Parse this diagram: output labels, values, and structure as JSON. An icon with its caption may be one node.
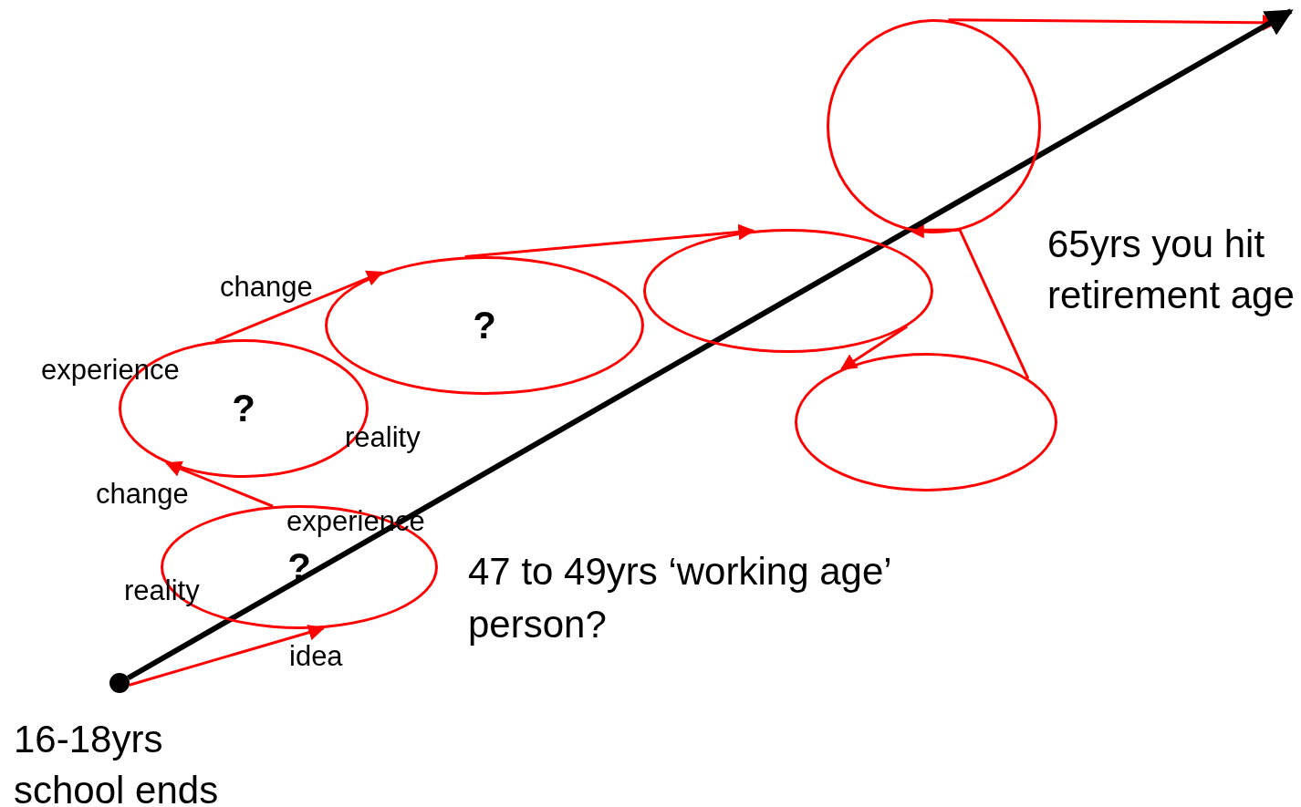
{
  "diagram": {
    "nodes": [
      {
        "text": [],
        "shape": "circle",
        "beside": [
          "16-18yrs school ends"
        ]
      },
      {
        "text": [
          "?"
        ]
      },
      {
        "text": [
          "?"
        ]
      },
      {
        "text": [
          "?"
        ]
      },
      {
        "text": [],
        "shape": "ellipse"
      },
      {
        "text": [],
        "shape": "ellipse"
      },
      {
        "text": [],
        "shape": "circle"
      }
    ],
    "edges": [
      {
        "from": 0,
        "to": 1,
        "arrow": "to",
        "label": "idea"
      },
      {
        "from": 1,
        "to": 2,
        "arrow": "to",
        "label": "change"
      },
      {
        "from": 2,
        "to": 3,
        "arrow": "to",
        "label": "change"
      },
      {
        "from": 3,
        "to": 4,
        "arrow": "to"
      },
      {
        "from": 4,
        "to": 5,
        "arrow": "to"
      },
      {
        "from": 5,
        "to": 6,
        "arrow": "to"
      },
      {
        "from": 6,
        "to": null,
        "arrow": "to"
      },
      {
        "from": 0,
        "to": null,
        "arrow": "to",
        "style": "thick",
        "color": "#000000"
      }
    ],
    "labels": [
      "65yrs you hit retirement age",
      "experience",
      "reality",
      "experience",
      "47 to 49yrs ‘working age’ person?",
      "reality"
    ]
  }
}
